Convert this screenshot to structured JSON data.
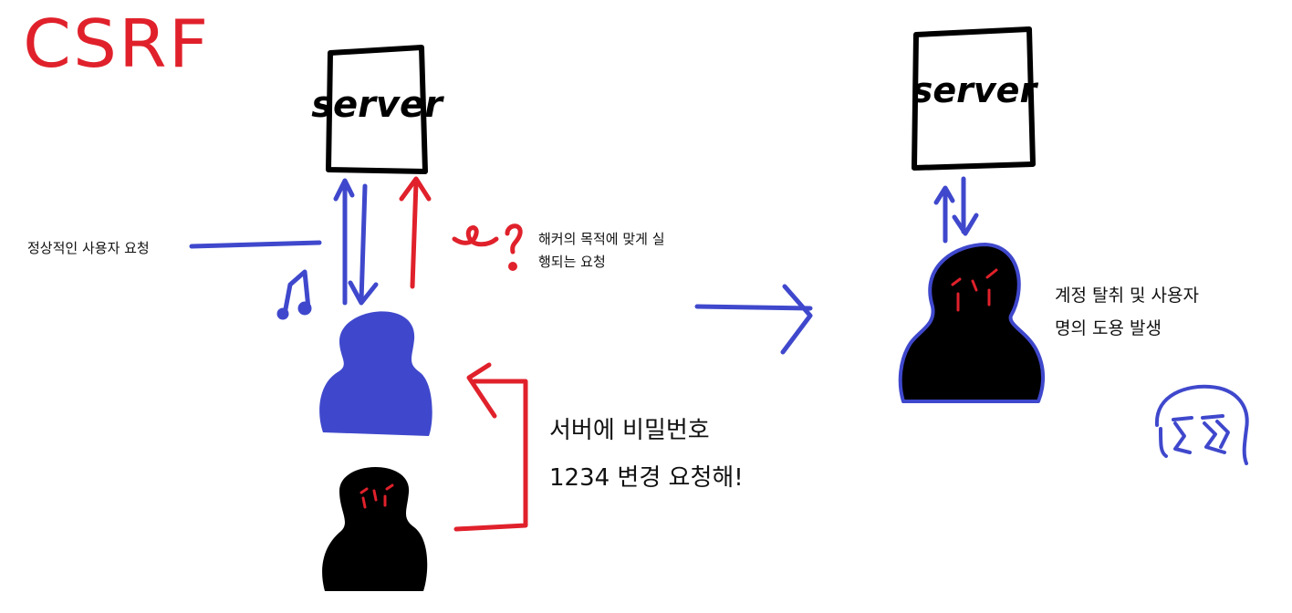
{
  "title": "CSRF",
  "server_left": {
    "label": "server"
  },
  "server_right": {
    "label": "server"
  },
  "normal_request": "정상적인 사용자 요청",
  "hacker_request": [
    "해커의 목적에 맞게 실",
    "행되는 요청"
  ],
  "hacker_speech": [
    "서버에 비밀번호",
    "1234 변경 요청해!"
  ],
  "result": [
    "계정 탈취 및 사용자",
    "명의 도용 발생"
  ],
  "colors": {
    "red": "#e0212b",
    "blue": "#3f48cc",
    "black": "#000000"
  }
}
